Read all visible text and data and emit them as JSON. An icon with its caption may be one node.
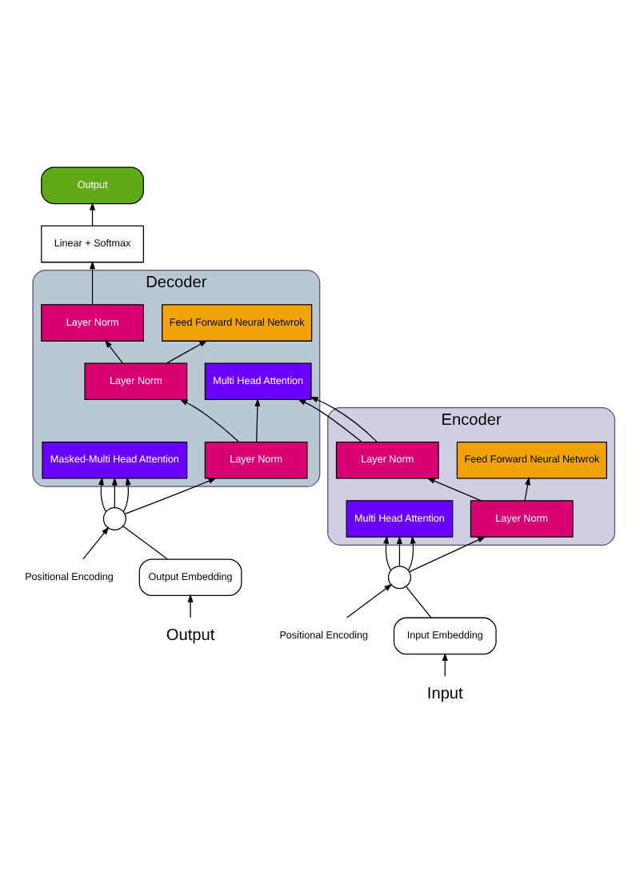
{
  "diagram": {
    "nodes": [
      {
        "text": [
          "Encoder"
        ]
      },
      {
        "text": [
          "Layer Norm"
        ],
        "in": 0
      },
      {
        "text": [
          "Feed Forward Neural Netwrok"
        ],
        "in": 0
      },
      {
        "text": [
          "Layer Norm"
        ],
        "in": 0
      },
      {
        "text": [
          "Multi Head Attention"
        ],
        "in": 0
      },
      {
        "text": [
          "Positional Encoding"
        ]
      },
      {
        "text": [],
        "shape": "circle"
      },
      {
        "text": [
          "Input Embedding"
        ]
      },
      {
        "text": [
          "Input"
        ]
      },
      {
        "text": [
          "Output"
        ]
      },
      {
        "text": [
          "Linear + Softmax"
        ]
      },
      {
        "text": [
          "Decoder"
        ]
      },
      {
        "text": [
          "Layer Norm"
        ],
        "in": 11
      },
      {
        "text": [
          "Feed Forward Neural Netwrok"
        ],
        "in": 11
      },
      {
        "text": [
          "Layer Norm"
        ],
        "in": 11
      },
      {
        "text": [
          "Multi Head Attention"
        ],
        "in": 11
      },
      {
        "text": [
          "Layer Norm"
        ],
        "in": 11
      },
      {
        "text": [
          "Masked-Multi Head Attention"
        ],
        "in": 11
      },
      {
        "text": [
          "Positional Encoding"
        ]
      },
      {
        "text": [],
        "shape": "circle"
      },
      {
        "text": [
          "Output Embedding"
        ]
      },
      {
        "text": [
          "Output"
        ]
      }
    ],
    "edges": [
      {
        "from": 8,
        "to": 7,
        "arrow": "to"
      },
      {
        "from": 7,
        "to": 6,
        "arrow": "none"
      },
      {
        "from": 5,
        "to": 6,
        "arrow": "to"
      },
      {
        "from": 6,
        "to": 4,
        "arrow": "to"
      },
      {
        "from": 6,
        "to": 4,
        "arrow": "to"
      },
      {
        "from": 6,
        "to": 4,
        "arrow": "to"
      },
      {
        "from": 6,
        "to": 3,
        "arrow": "to"
      },
      {
        "from": 3,
        "to": 2,
        "arrow": "to"
      },
      {
        "from": 3,
        "to": 1,
        "arrow": "to"
      },
      {
        "from": 1,
        "to": 15,
        "arrow": "to"
      },
      {
        "from": 1,
        "to": 15,
        "arrow": "to"
      },
      {
        "from": 21,
        "to": 20,
        "arrow": "to"
      },
      {
        "from": 20,
        "to": 19,
        "arrow": "none"
      },
      {
        "from": 18,
        "to": 19,
        "arrow": "to"
      },
      {
        "from": 19,
        "to": 17,
        "arrow": "to"
      },
      {
        "from": 19,
        "to": 17,
        "arrow": "to"
      },
      {
        "from": 19,
        "to": 17,
        "arrow": "to"
      },
      {
        "from": 19,
        "to": 16,
        "arrow": "to"
      },
      {
        "from": 16,
        "to": 15,
        "arrow": "to"
      },
      {
        "from": 16,
        "to": 14,
        "arrow": "to"
      },
      {
        "from": 14,
        "to": 13,
        "arrow": "to"
      },
      {
        "from": 14,
        "to": 12,
        "arrow": "to"
      },
      {
        "from": 12,
        "to": 10,
        "arrow": "to"
      },
      {
        "from": 10,
        "to": 9,
        "arrow": "to"
      }
    ]
  }
}
